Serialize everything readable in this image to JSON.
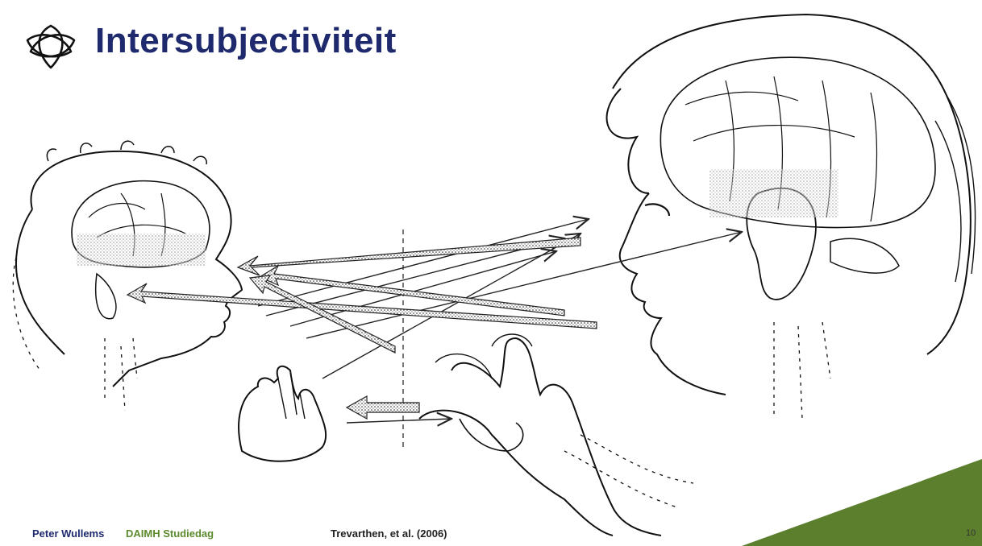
{
  "slide": {
    "title": "Intersubjectiviteit",
    "logo_icon": "trefoil-knot-icon"
  },
  "illustration": {
    "subject": "infant-and-adult-heads-with-brains-exchanging-arrows",
    "icons": [
      "infant-head-icon",
      "adult-head-icon",
      "infant-hand-icon",
      "adult-hand-icon"
    ]
  },
  "footer": {
    "author": "Peter Wullems",
    "event": "DAIMH Studiedag",
    "citation": "Trevarthen, et al. (2006)",
    "page_number": "10"
  },
  "colors": {
    "title": "#1f2a6e",
    "accent_green": "#5c7f2e",
    "event_text": "#5c8a2e"
  }
}
